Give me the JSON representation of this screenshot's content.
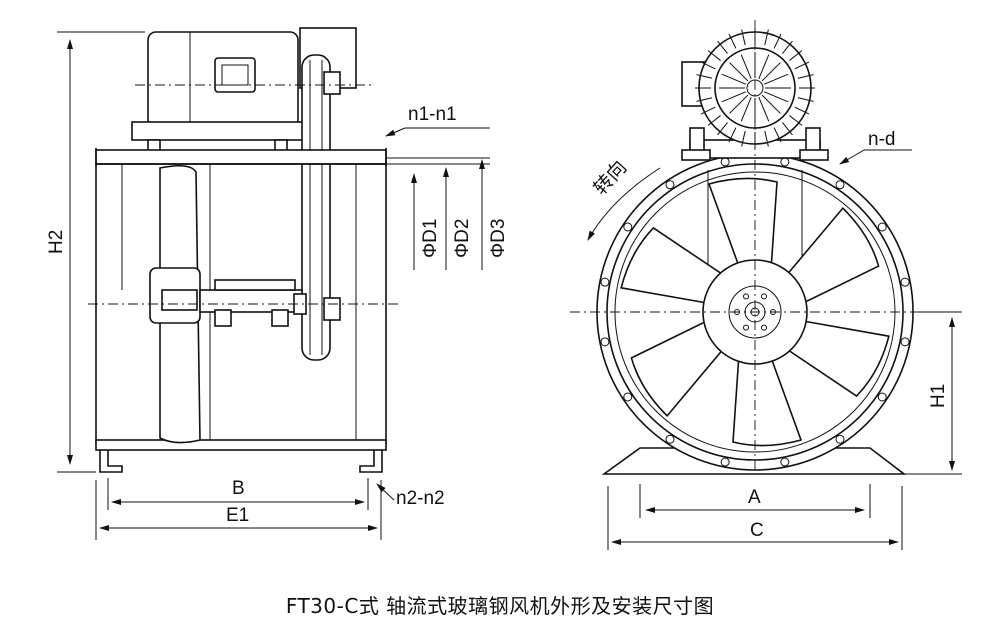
{
  "caption": "FT30-C式 轴流式玻璃钢风机外形及安装尺寸图",
  "side_view": {
    "labels": {
      "h2": "H2",
      "n1": "n1-n1",
      "d1": "ΦD1",
      "d2": "ΦD2",
      "d3": "ΦD3",
      "b": "B",
      "e1": "E1",
      "n2": "n2-n2"
    }
  },
  "front_view": {
    "labels": {
      "rotation": "转向",
      "nd": "n-d",
      "h1": "H1",
      "a": "A",
      "c": "C"
    }
  }
}
